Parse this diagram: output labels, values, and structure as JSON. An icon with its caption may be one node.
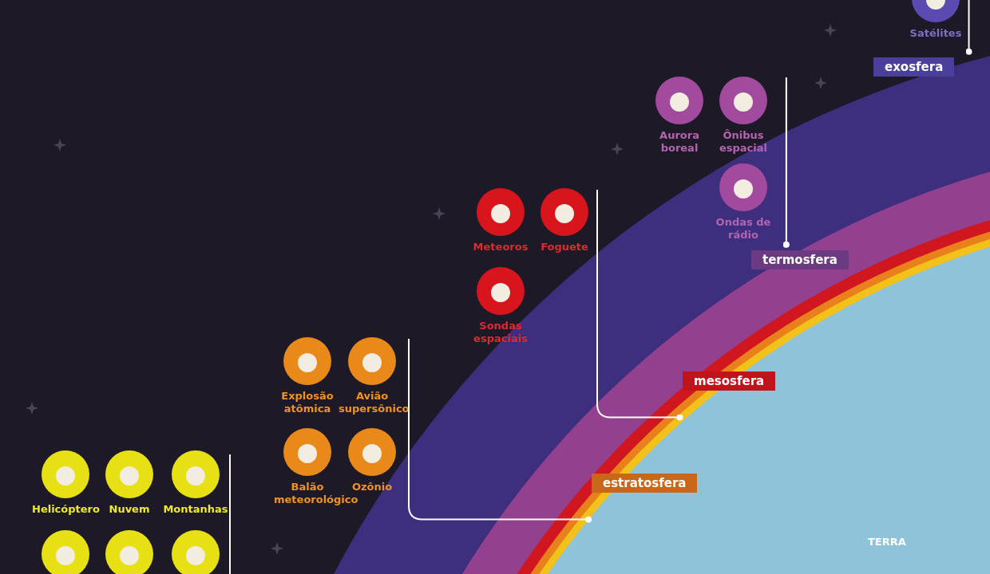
{
  "diagram": {
    "nodes": [
      {
        "text": [
          "Satélites"
        ]
      },
      {
        "text": [
          "exosfera"
        ]
      },
      {
        "text": [
          "Aurora boreal"
        ]
      },
      {
        "text": [
          "Ônibus espacial"
        ]
      },
      {
        "text": [
          "Ondas de rádio"
        ]
      },
      {
        "text": [
          "termosfera"
        ]
      },
      {
        "text": [
          "Meteoros"
        ]
      },
      {
        "text": [
          "Foguete"
        ]
      },
      {
        "text": [
          "Sondas espaciais"
        ]
      },
      {
        "text": [
          "mesosfera"
        ]
      },
      {
        "text": [
          "Explosão atômica"
        ]
      },
      {
        "text": [
          "Avião supersônico"
        ]
      },
      {
        "text": [
          "Balão meteorológico"
        ]
      },
      {
        "text": [
          "Ozônio"
        ]
      },
      {
        "text": [
          "estratosfera"
        ]
      },
      {
        "text": [
          "Helicóptero"
        ]
      },
      {
        "text": [
          "Nuvem"
        ]
      },
      {
        "text": [
          "Montanhas"
        ]
      },
      {
        "text": [],
        "shape": "circle"
      },
      {
        "text": [],
        "shape": "circle"
      },
      {
        "text": [],
        "shape": "circle"
      }
    ],
    "edges": [
      {
        "from": 0,
        "to": 1,
        "arrow": "other"
      },
      {
        "from": null,
        "to": 5,
        "arrow": "other"
      },
      {
        "from": null,
        "to": 9,
        "arrow": "other"
      },
      {
        "from": null,
        "to": 14,
        "arrow": "other"
      }
    ],
    "labels": [
      "TERRA"
    ]
  }
}
